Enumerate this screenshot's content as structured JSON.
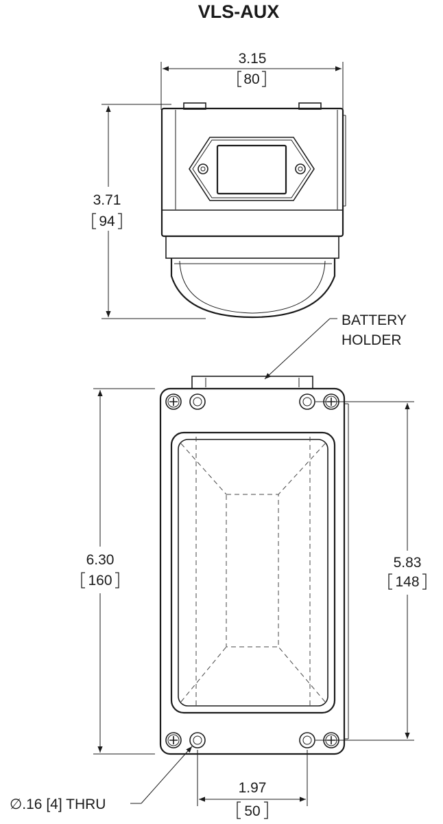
{
  "title": "VLS-AUX",
  "dimensions": {
    "top_width": {
      "inch": "3.15",
      "mm": "80"
    },
    "top_height": {
      "inch": "3.71",
      "mm": "94"
    },
    "front_height": {
      "inch": "6.30",
      "mm": "160"
    },
    "hole_spacing_vertical": {
      "inch": "5.83",
      "mm": "148"
    },
    "hole_spacing_horizontal": {
      "inch": "1.97",
      "mm": "50"
    }
  },
  "callouts": {
    "battery_holder_line1": "BATTERY",
    "battery_holder_line2": "HOLDER",
    "hole_note": "∅.16 [4] THRU"
  }
}
